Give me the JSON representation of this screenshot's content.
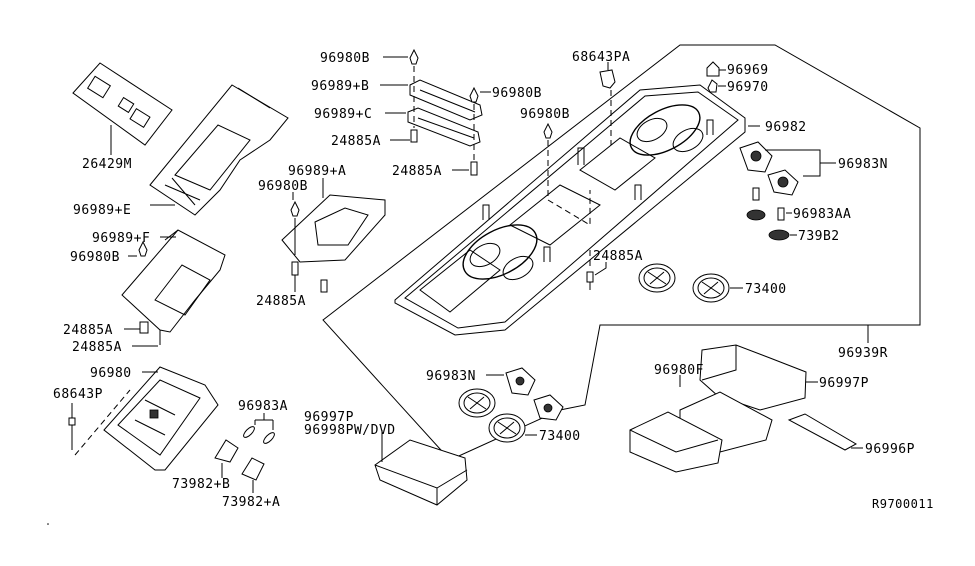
{
  "diagram": {
    "reference_code": "R9700011",
    "labels": {
      "l26429M": "26429M",
      "l96989E": "96989+E",
      "l96989F": "96989+F",
      "l96980B_left": "96980B",
      "l24885A_left1": "24885A",
      "l24885A_left2": "24885A",
      "l96980": "96980",
      "l68643P": "68643P",
      "l96983A": "96983A",
      "l73982B": "73982+B",
      "l73982A": "73982+A",
      "l96997P_dvd": "96997P",
      "l96998P_dvd": "96998PW/DVD",
      "l96980B_top": "96980B",
      "l96989B": "96989+B",
      "l96989C": "96989+C",
      "l24885A_top": "24885A",
      "l96980B_right": "96980B",
      "l24885A_mid": "24885A",
      "l96989A": "96989+A",
      "l96980B_a": "96980B",
      "l24885A_a": "24885A",
      "l96980B_center": "96980B",
      "l68643PA": "68643PA",
      "l96969": "96969",
      "l96970": "96970",
      "l96982": "96982",
      "l96983N_top": "96983N",
      "l96983AA": "96983AA",
      "l73982": "739B2",
      "l24885A_center": "24885A",
      "l73400_top": "73400",
      "l96939R": "96939R",
      "l96983N_bottom": "96983N",
      "l73400_bottom": "73400",
      "l96980F": "96980F",
      "l96997P": "96997P",
      "l96996P": "96996P"
    }
  }
}
